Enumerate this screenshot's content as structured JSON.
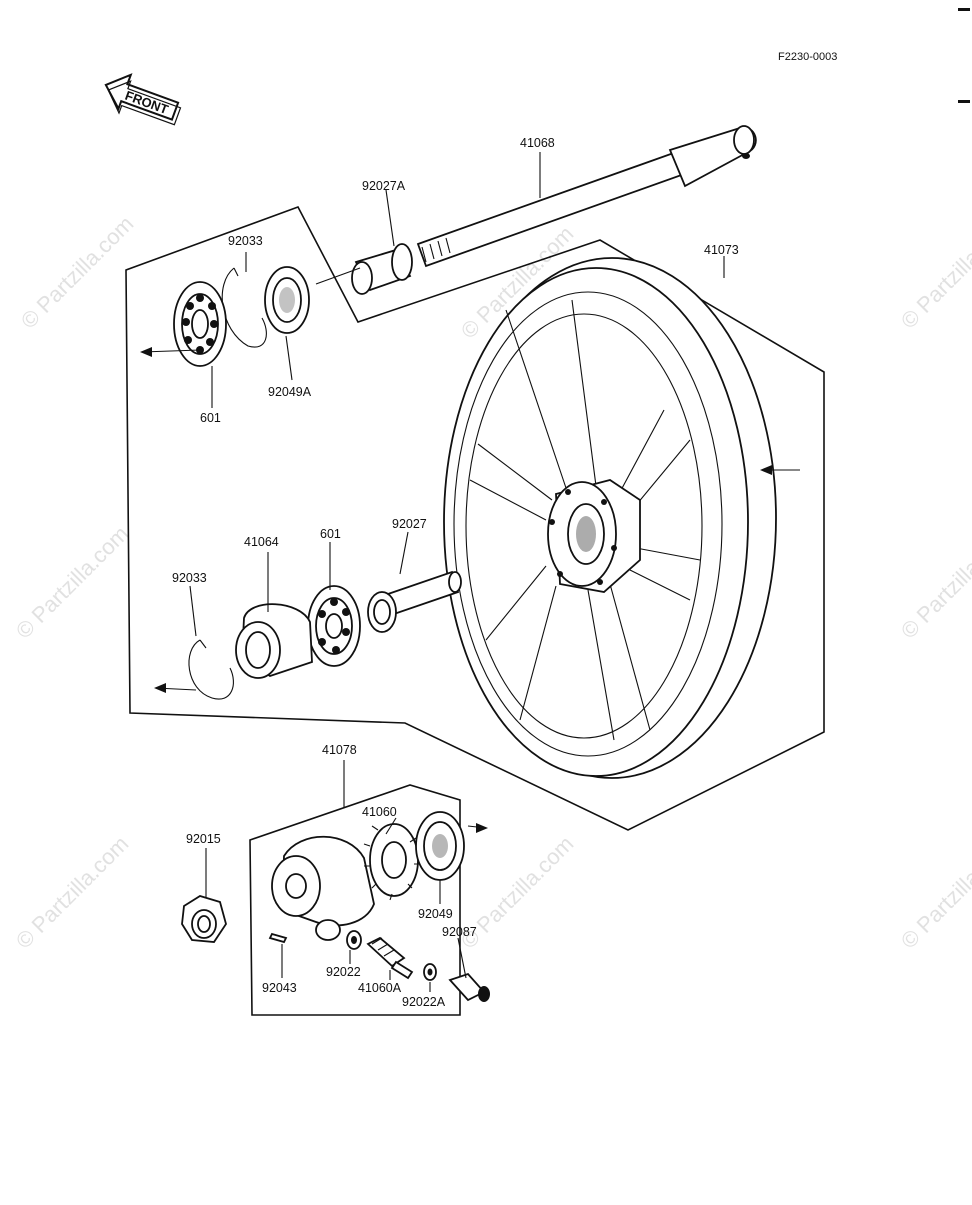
{
  "drawing_code": "F2230-0003",
  "front_label": "FRONT",
  "watermark": "© Partzilla.com",
  "parts": {
    "p41068": "41068",
    "p92027A": "92027A",
    "p92033_top": "92033",
    "p41073": "41073",
    "p92049A": "92049A",
    "p601_top": "601",
    "p41064": "41064",
    "p601_mid": "601",
    "p92027": "92027",
    "p92033_mid": "92033",
    "p41078": "41078",
    "p41060": "41060",
    "p92015": "92015",
    "p92049": "92049",
    "p92087": "92087",
    "p92043": "92043",
    "p92022": "92022",
    "p41060A": "41060A",
    "p92022A": "92022A"
  }
}
